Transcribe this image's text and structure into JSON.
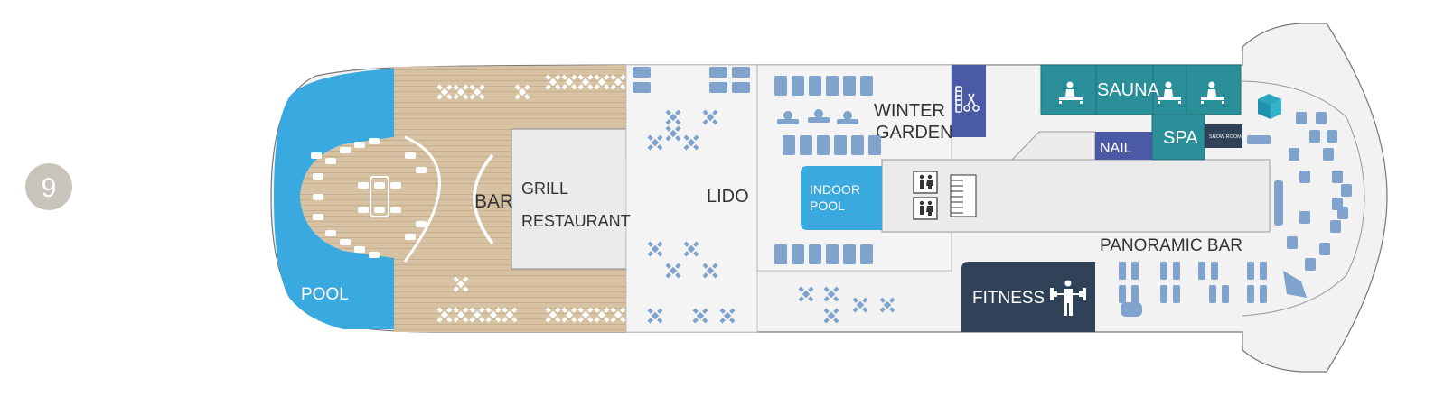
{
  "deck": {
    "number": "9"
  },
  "labels": {
    "pool": "POOL",
    "bar": "BAR",
    "grill": "GRILL",
    "restaurant": "RESTAURANT",
    "lido": "LIDO",
    "winter": "WINTER",
    "garden": "GARDEN",
    "indoor": "INDOOR",
    "indoor_pool": "POOL",
    "sauna": "SAUNA",
    "spa": "SPA",
    "nail": "NAIL",
    "snow_room": "SNOW ROOM",
    "panoramic_bar": "PANORAMIC BAR",
    "fitness": "FITNESS"
  },
  "colors": {
    "pool_blue": "#39a9df",
    "deck_wood": "#d7c3a4",
    "floor": "#f2f2f2",
    "room": "#ebebeb",
    "spa_teal": "#2a8f99",
    "nail_purple": "#4b5aa6",
    "fitness_navy": "#2f4257",
    "furniture_blue": "#7fa3cc",
    "badge_gray": "#c8c3bb",
    "outline": "#555555"
  },
  "icons": [
    "massage-icon",
    "hairdresser-icon",
    "restroom-icon",
    "weights-icon",
    "library-icon"
  ]
}
